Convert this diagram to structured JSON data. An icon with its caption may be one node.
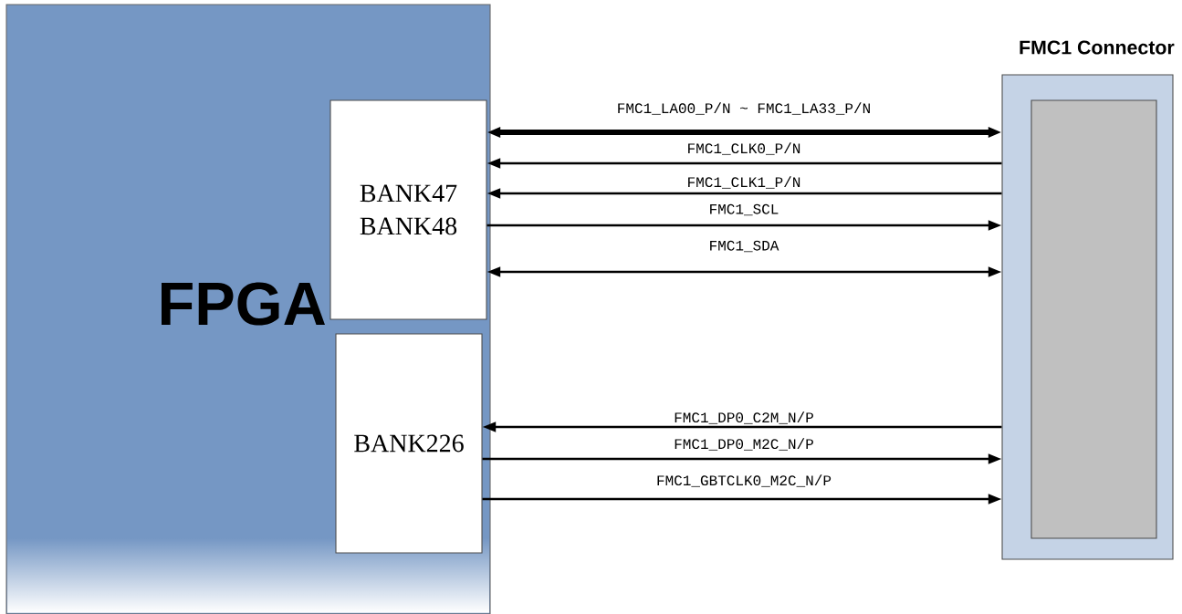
{
  "diagram": {
    "nodes": [
      {
        "text": [
          "FPGA"
        ]
      },
      {
        "text": [
          "BANK47 BANK48"
        ],
        "in": 0
      },
      {
        "text": [
          "BANK226"
        ],
        "in": 0
      },
      {
        "text": [
          "FMC1 Connector"
        ]
      },
      {
        "text": [],
        "shape": "box",
        "in": 3
      }
    ],
    "edges": [
      {
        "from": 1,
        "to": 3,
        "arrow": "both",
        "label": "FMC1_LA00_P/N ~ FMC1_LA33_P/N",
        "style": "thick"
      },
      {
        "from": 3,
        "to": 1,
        "arrow": "to",
        "label": "FMC1_CLK0_P/N"
      },
      {
        "from": 3,
        "to": 1,
        "arrow": "to",
        "label": "FMC1_CLK1_P/N"
      },
      {
        "from": 1,
        "to": 3,
        "arrow": "to",
        "label": "FMC1_SCL"
      },
      {
        "from": 1,
        "to": 3,
        "arrow": "both",
        "label": "FMC1_SDA"
      },
      {
        "from": 3,
        "to": 2,
        "arrow": "to",
        "label": "FMC1_DP0_C2M_N/P"
      },
      {
        "from": 2,
        "to": 3,
        "arrow": "to",
        "label": "FMC1_DP0_M2C_N/P"
      },
      {
        "from": 2,
        "to": 3,
        "arrow": "to",
        "label": "FMC1_GBTCLK0_M2C_N/P"
      }
    ]
  }
}
